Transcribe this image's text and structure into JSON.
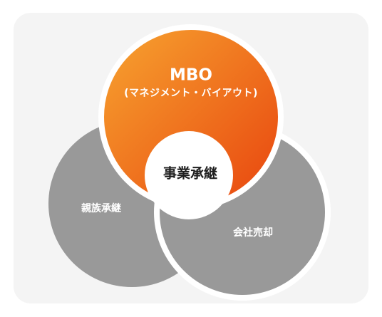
{
  "diagram": {
    "top": {
      "title": "MBO",
      "subtitle": "(マネジメント・バイアウト)"
    },
    "center": {
      "label": "事業承継"
    },
    "left": {
      "label": "親族承継"
    },
    "right": {
      "label": "会社売却"
    }
  },
  "colors": {
    "card_background": "#f4f4f4",
    "gray_circle": "#999999",
    "orange_light": "#f7a530",
    "orange_dark": "#e8430e",
    "text_dark": "#1f1f1f",
    "text_light": "#ffffff"
  }
}
